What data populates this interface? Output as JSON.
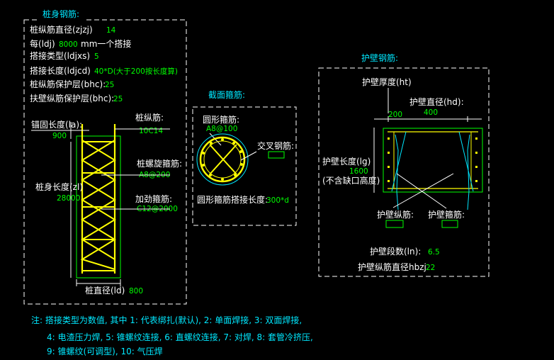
{
  "pile_body": {
    "title": "桩身钢筋:",
    "diameter_label": "桩纵筋直径(zjzj)",
    "diameter_value": "14",
    "splice_every_pre": "每(ldj)",
    "splice_every_value": "8000",
    "splice_every_post": "mm一个搭接",
    "splice_type_label": "搭接类型(ldjxs)",
    "splice_type_value": "5",
    "splice_length_label": "搭接长度(ldjcd)",
    "splice_length_value": "40*D(大于200按长度算)",
    "cover_label": "桩纵筋保护层(bhc):",
    "cover_value": "25",
    "wall_cover_label": "扶壁纵筋保护层(bhc):",
    "wall_cover_value": "25",
    "anchor_label": "锚固长度(la):",
    "anchor_value": "900",
    "long_bar_label": "桩纵筋:",
    "long_bar_value": "10C14",
    "spiral_label": "桩螺旋箍筋:",
    "spiral_value": "A8@200",
    "stiff_label": "加劲箍筋:",
    "stiff_value": "C12@2000",
    "length_label": "桩身长度(zl)",
    "length_value": "28000",
    "pile_dia_label": "桩直径(ld)",
    "pile_dia_value": "800"
  },
  "section": {
    "title": "截面箍筋:",
    "hoop_label": "圆形箍筋:",
    "hoop_value": "A8@100",
    "cross_label": "交叉钢筋:",
    "cross_value": "",
    "lap_label": "圆形箍筋搭接长度:",
    "lap_value": "300*d"
  },
  "wall": {
    "title": "护壁钢筋:",
    "thickness_label": "护壁厚度(ht)",
    "thickness_value": "200",
    "dia_label": "护壁直径(hd):",
    "dia_value": "400",
    "length_label": "护壁长度(lg)",
    "length_value": "1600",
    "length_note": "(不含缺口高度)",
    "long_bar_label": "护壁纵筋:",
    "long_bar_value": "",
    "hoop_label": "护壁箍筋:",
    "hoop_value": "",
    "segments_label": "护壁段数(ln):",
    "segments_value": "6.5",
    "bar_dia_label": "护壁纵筋直径hbzj",
    "bar_dia_value": "22"
  },
  "notes": [
    "注: 搭接类型为数值, 其中 1: 代表绑扎(默认), 2: 单面焊接, 3: 双面焊接,",
    "4: 电渣压力焊, 5: 锥螺纹连接, 6: 直螺纹连接, 7: 对焊, 8: 套管冷挤压,",
    "9: 锥螺纹(可调型), 10: 气压焊"
  ],
  "colors": {
    "background": "#000000",
    "label": "#ffffff",
    "value": "#00ff00",
    "title": "#00e8ff",
    "rebar": "#ffff00"
  }
}
